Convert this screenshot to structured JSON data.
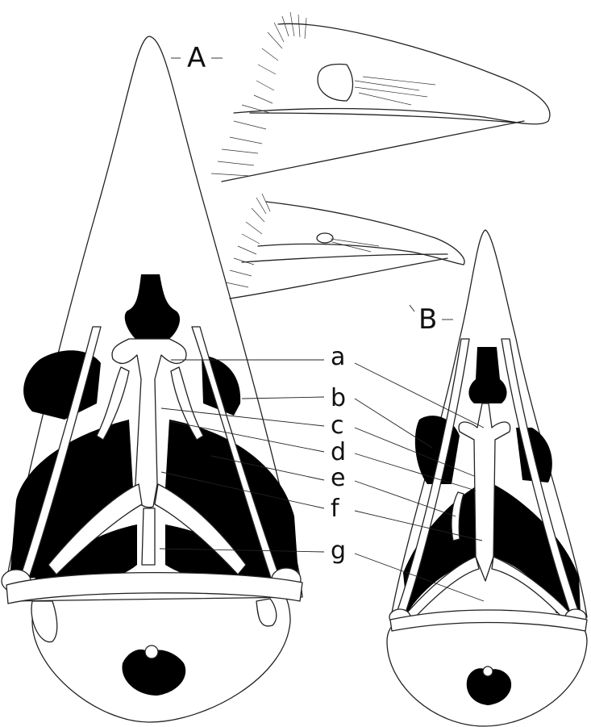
{
  "figure": {
    "label_A": "A",
    "label_B": "B",
    "part_labels": [
      "a",
      "b",
      "c",
      "d",
      "e",
      "f",
      "g"
    ]
  },
  "colors": {
    "ink": "#222222",
    "fill": "#000000",
    "paper": "#ffffff"
  }
}
